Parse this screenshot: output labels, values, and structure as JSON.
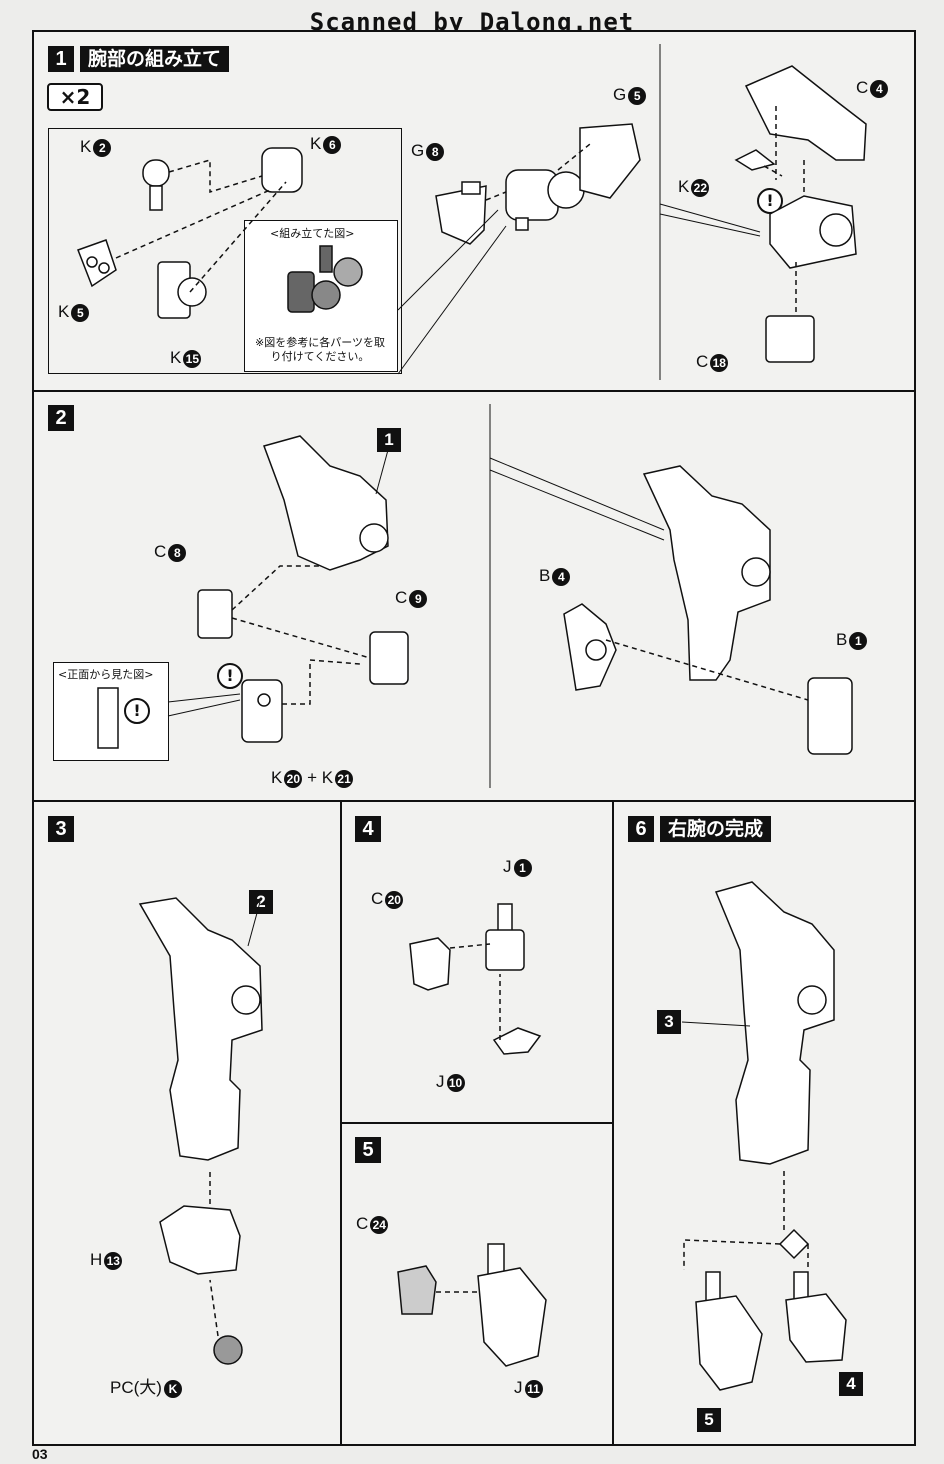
{
  "watermark": "Scanned by Dalong.net",
  "page_number": "03",
  "step1": {
    "num": "1",
    "title": "腕部の組み立て",
    "multiplier": "×2",
    "labels": {
      "k2": "K",
      "k2n": "2",
      "k6": "K",
      "k6n": "6",
      "k5": "K",
      "k5n": "5",
      "k15": "K",
      "k15n": "15",
      "g8": "G",
      "g8n": "8",
      "g5": "G",
      "g5n": "5",
      "c4": "C",
      "c4n": "4",
      "k22": "K",
      "k22n": "22",
      "c18": "C",
      "c18n": "18"
    },
    "inset_caption": "<組み立てた図>",
    "inset_note": "※図を参考に各パーツを取り付けてください。"
  },
  "step2": {
    "num": "2",
    "ref": "1",
    "labels": {
      "c8": "C",
      "c8n": "8",
      "c9": "C",
      "c9n": "9",
      "b4": "B",
      "b4n": "4",
      "b1": "B",
      "b1n": "1",
      "k20": "K",
      "k20n": "20",
      "plus": "+",
      "k21": "K",
      "k21n": "21"
    },
    "inset_caption": "<正面から見た図>"
  },
  "step3": {
    "num": "3",
    "ref": "2",
    "labels": {
      "h13": "H",
      "h13n": "13",
      "pc": "PC(大)",
      "pcn": "K"
    }
  },
  "step4": {
    "num": "4",
    "labels": {
      "j1": "J",
      "j1n": "1",
      "c20": "C",
      "c20n": "20",
      "j10": "J",
      "j10n": "10"
    }
  },
  "step5": {
    "num": "5",
    "labels": {
      "c24": "C",
      "c24n": "24",
      "j11": "J",
      "j11n": "11"
    }
  },
  "step6": {
    "num": "6",
    "title": "右腕の完成",
    "refs": {
      "r3": "3",
      "r5": "5",
      "r4": "4"
    }
  }
}
